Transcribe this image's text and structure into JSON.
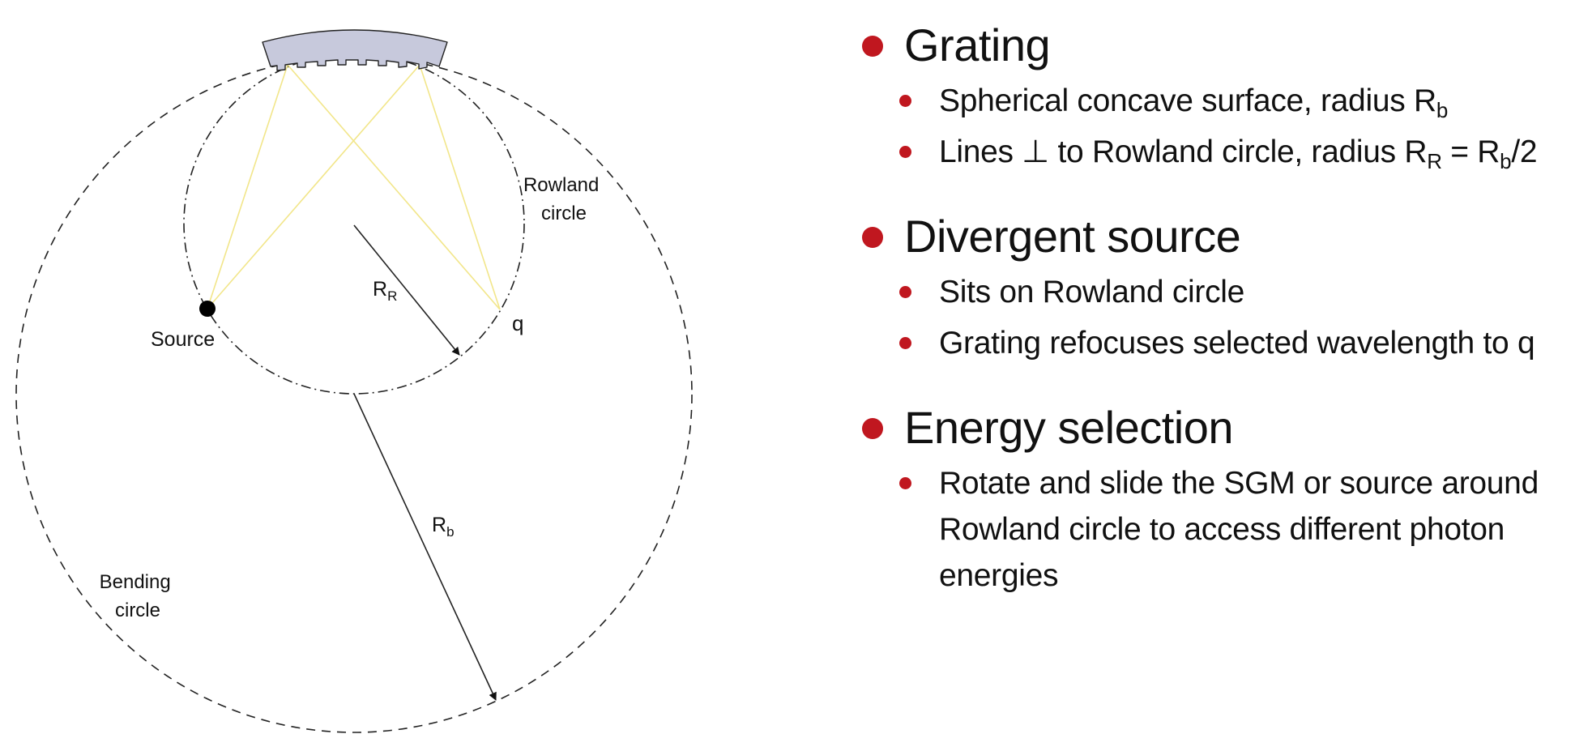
{
  "diagram": {
    "labels": {
      "rowland_circle": [
        "Rowland",
        "circle"
      ],
      "source": "Source",
      "q": "q",
      "rr_main": "R",
      "rr_sub": "R",
      "rb_main": "R",
      "rb_sub": "b",
      "bending_circle": [
        "Bending",
        "circle"
      ]
    },
    "colors": {
      "grating_fill": "#c7c9dc",
      "ray": "#f2e68a",
      "line": "#222222"
    }
  },
  "bullets": [
    {
      "heading": "Grating",
      "items": [
        {
          "parts": [
            {
              "t": "Spherical concave surface, radius R"
            },
            {
              "sub": "b"
            }
          ]
        },
        {
          "parts": [
            {
              "t": "Lines ⊥ to Rowland circle, radius R"
            },
            {
              "sub": "R"
            },
            {
              "t": " = R"
            },
            {
              "sub": "b"
            },
            {
              "t": "/2"
            }
          ]
        }
      ]
    },
    {
      "heading": "Divergent source",
      "items": [
        {
          "parts": [
            {
              "t": "Sits on Rowland circle"
            }
          ]
        },
        {
          "parts": [
            {
              "t": "Grating refocuses selected wavelength to q"
            }
          ]
        }
      ]
    },
    {
      "heading": "Energy selection",
      "items": [
        {
          "parts": [
            {
              "t": "Rotate and slide the SGM or source around Rowland circle to access different photon energies"
            }
          ]
        }
      ]
    }
  ],
  "colors": {
    "bullet": "#c0171f",
    "text": "#111111"
  }
}
